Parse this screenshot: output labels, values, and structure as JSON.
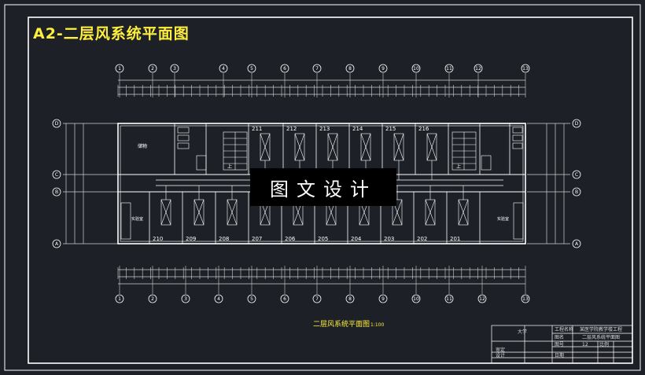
{
  "title": "A2-二层风系统平面图",
  "watermark": "图文设计",
  "caption": {
    "text": "二层风系统平面图",
    "scale": "1:100"
  },
  "title_block": {
    "school": "大学",
    "project_label": "工程名称",
    "project_name": "某医学院教学楼工程",
    "drawing_name": "二层风系统平面图",
    "name_label": "图名",
    "drawing_no_label": "图号",
    "drawing_no": "12",
    "ratio_label": "比例",
    "reviewer_label": "审定",
    "designer_label": "设计",
    "date_label": "日期"
  },
  "top_axes": [
    "1",
    "2",
    "3",
    "4",
    "5",
    "6",
    "7",
    "8",
    "9",
    "10",
    "11",
    "12",
    "13"
  ],
  "bottom_axes": [
    "1",
    "2",
    "3",
    "4",
    "5",
    "6",
    "7",
    "8",
    "9",
    "10",
    "11",
    "12",
    "13"
  ],
  "side_axes": [
    "D",
    "C",
    "B",
    "A"
  ],
  "top_rooms": [
    "211",
    "212",
    "213",
    "214",
    "215",
    "216"
  ],
  "bottom_rooms": [
    "210",
    "209",
    "208",
    "207",
    "206",
    "205",
    "204",
    "203",
    "202",
    "201"
  ],
  "room_labels": {
    "upper_left": "储物",
    "stair": "上",
    "office_left": "实验室",
    "office_right": "实验室"
  },
  "colors": {
    "background": "#1d2127",
    "frame": "#ffffff",
    "title": "#ffee3c",
    "grid": "#ffffff",
    "duct": "#7ec8ff"
  }
}
